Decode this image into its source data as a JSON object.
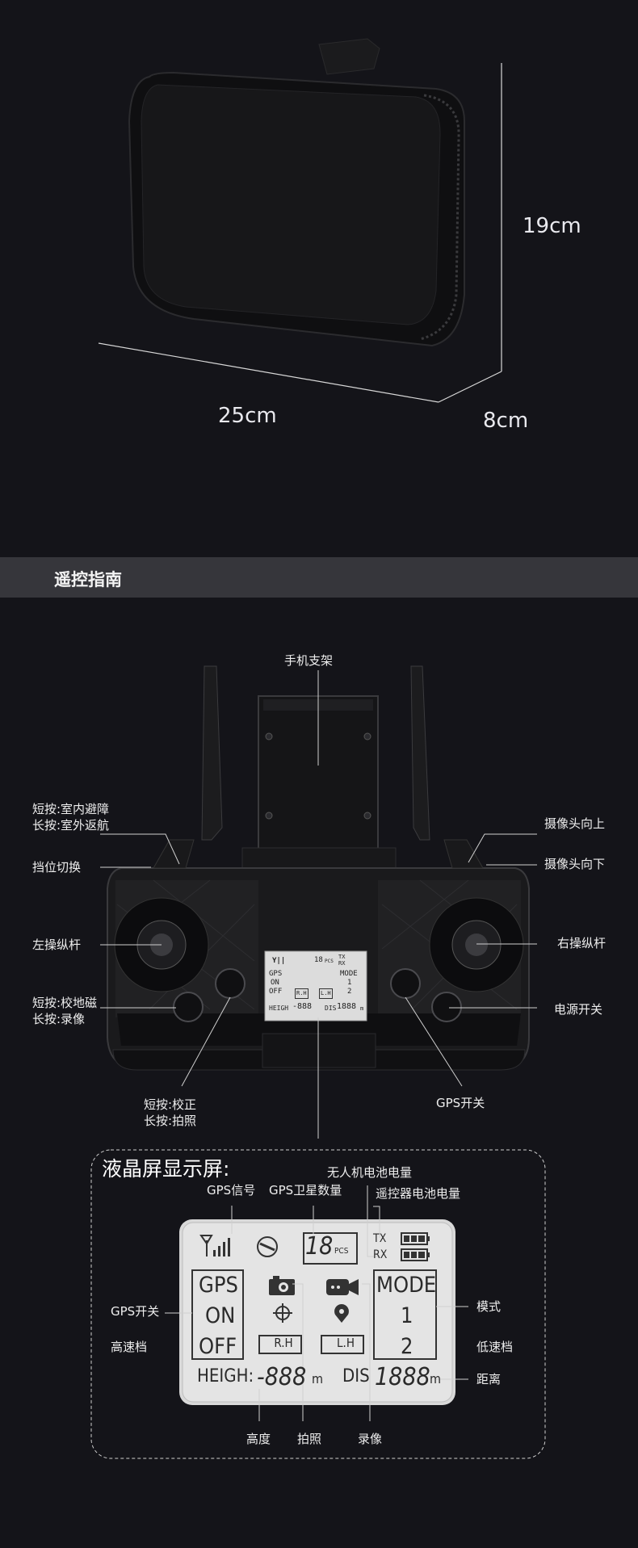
{
  "case": {
    "width": "25cm",
    "height": "19cm",
    "depth": "8cm"
  },
  "section": {
    "title": "遥控指南"
  },
  "remote": {
    "labels": {
      "phone_holder": "手机支架",
      "short_press_indoor": "短按:室内避障",
      "long_press_return": "长按:室外返航",
      "gear_switch": "挡位切换",
      "left_stick": "左操纵杆",
      "short_press_compass": "短按:校地磁",
      "long_press_record": "长按:录像",
      "short_press_calibrate": "短按:校正",
      "long_press_photo": "长按:拍照",
      "camera_up": "摄像头向上",
      "camera_down": "摄像头向下",
      "right_stick": "右操纵杆",
      "power_switch": "电源开关",
      "gps_switch": "GPS开关"
    },
    "mini_lcd": {
      "gps": "GPS",
      "on": "ON",
      "off": "OFF",
      "mode": "MODE",
      "one": "1",
      "two": "2",
      "rh": "R.H",
      "lh": "L.H",
      "heigh": "HEIGH",
      "heigh_val": "-888",
      "dis": "DIS",
      "dis_val": "1888",
      "m": "m",
      "pcs_val": "18",
      "pcs": "PCS",
      "tx": "TX",
      "rx": "RX"
    }
  },
  "lcd": {
    "title": "液晶屏显示屏:",
    "labels": {
      "gps_signal": "GPS信号",
      "gps_satellites": "GPS卫星数量",
      "drone_battery": "无人机电池电量",
      "remote_battery": "遥控器电池电量",
      "gps_switch": "GPS开关",
      "high_speed": "高速档",
      "mode": "模式",
      "low_speed": "低速档",
      "distance": "距离",
      "altitude": "高度",
      "photo": "拍照",
      "record": "录像"
    },
    "screen": {
      "gps": "GPS",
      "on": "ON",
      "off": "OFF",
      "mode": "MODE",
      "one": "1",
      "two": "2",
      "rh": "R.H",
      "lh": "L.H",
      "heigh": "HEIGH:",
      "heigh_val": "-888",
      "dis": "DIS",
      "dis_val": "1888",
      "m": "m",
      "pcs_val": "18",
      "pcs": "PCS",
      "tx": "TX",
      "rx": "RX"
    }
  }
}
